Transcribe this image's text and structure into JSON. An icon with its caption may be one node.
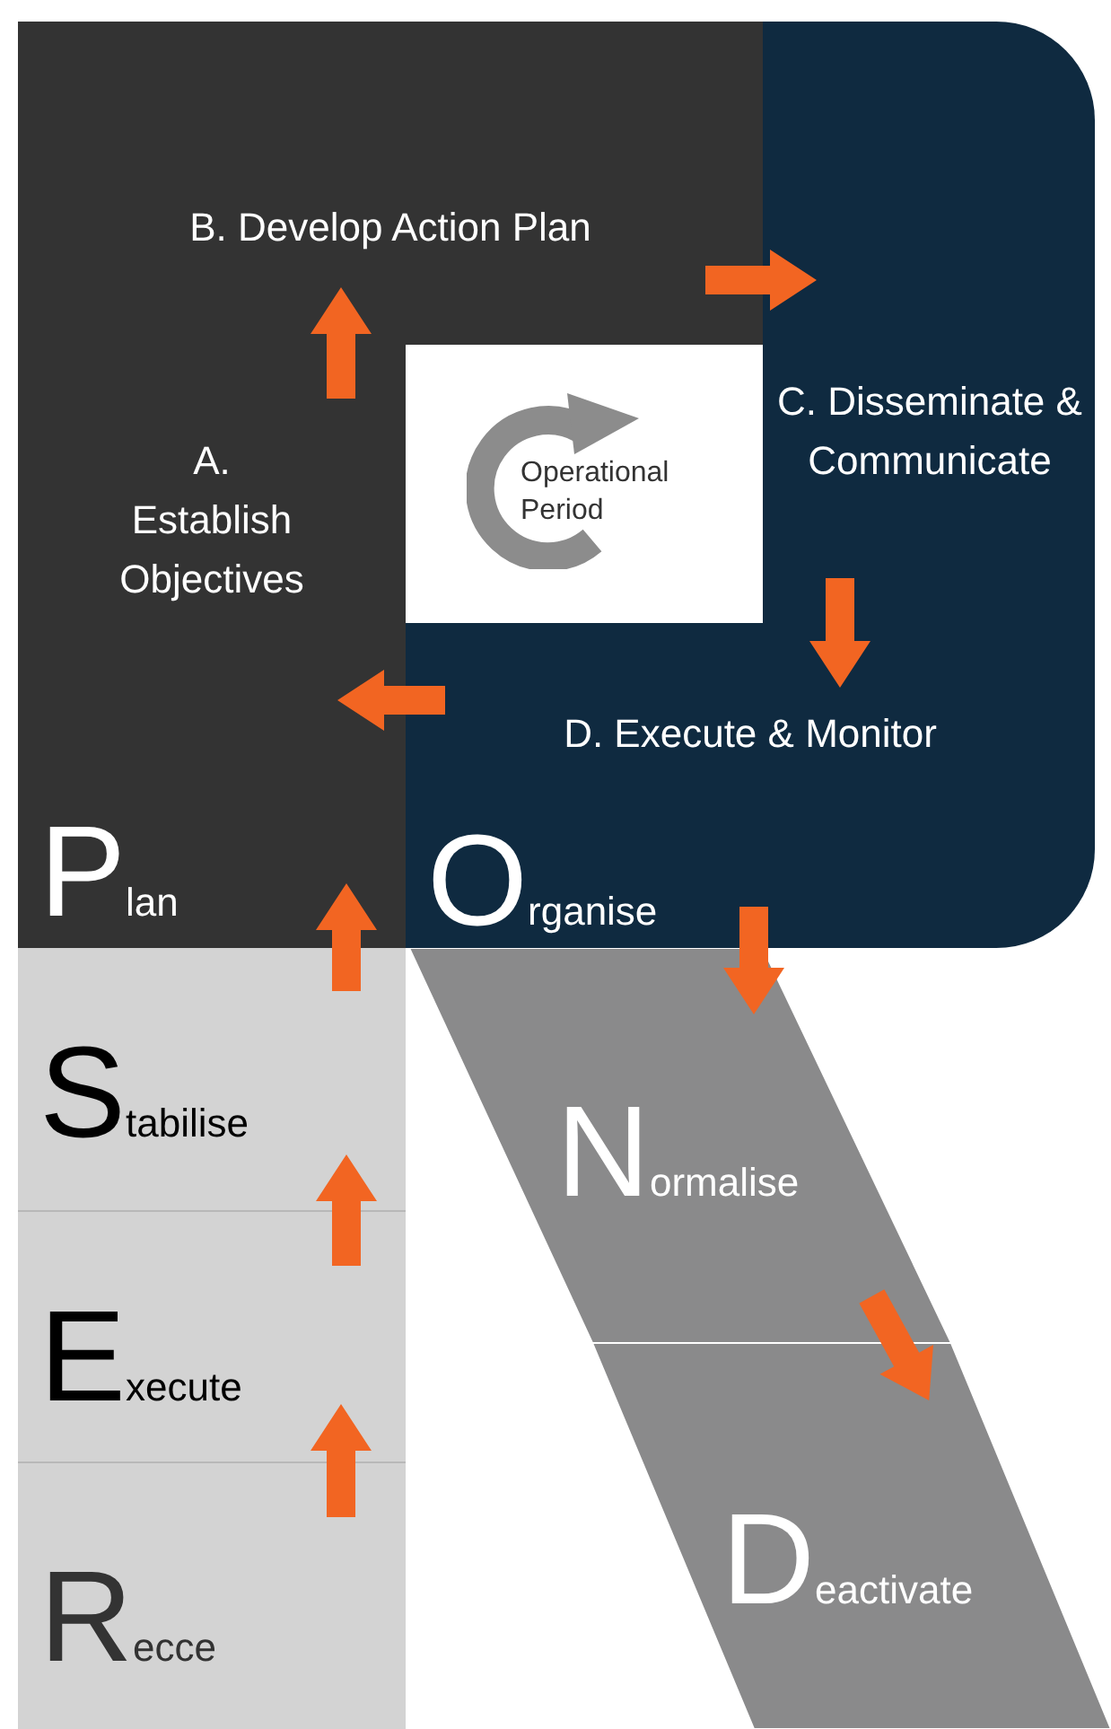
{
  "diagram": {
    "nodes": [
      {
        "text": [
          "B. Develop Action Plan"
        ]
      },
      {
        "text": [
          "Plan"
        ]
      },
      {
        "text": [
          "A. Establish Objectives"
        ],
        "in": 1
      },
      {
        "text": [
          "C. Disseminate & Communicate"
        ]
      },
      {
        "text": [
          "Operational Period"
        ]
      },
      {
        "text": [
          "Organise"
        ]
      },
      {
        "text": [
          "D. Execute & Monitor"
        ],
        "in": 5
      },
      {
        "text": [
          "Stabilise"
        ]
      },
      {
        "text": [
          "Normalise"
        ]
      },
      {
        "text": [
          "Execute"
        ]
      },
      {
        "text": [
          "Deactivate"
        ]
      },
      {
        "text": [
          "Recce"
        ]
      }
    ],
    "edges": [
      {
        "from": 11,
        "to": 9,
        "arrow": "to"
      },
      {
        "from": 9,
        "to": 7,
        "arrow": "to"
      },
      {
        "from": 7,
        "to": 1,
        "arrow": "to"
      },
      {
        "from": 2,
        "to": 0,
        "arrow": "to"
      },
      {
        "from": 0,
        "to": 3,
        "arrow": "to"
      },
      {
        "from": 3,
        "to": 6,
        "arrow": "to"
      },
      {
        "from": 6,
        "to": 2,
        "arrow": "to"
      },
      {
        "from": 5,
        "to": 8,
        "arrow": "to"
      },
      {
        "from": 8,
        "to": 10,
        "arrow": "to"
      }
    ]
  }
}
